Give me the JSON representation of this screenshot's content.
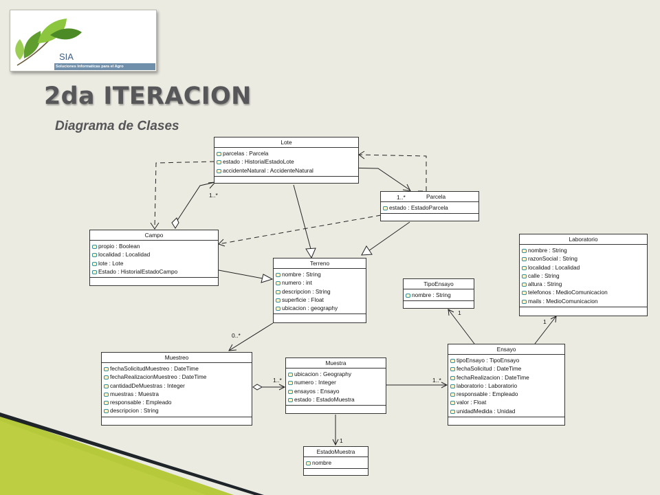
{
  "logo": {
    "name": "SIA",
    "tagline": "Soluciones Informaticas para el Agro"
  },
  "slide": {
    "title": "2da ITERACION",
    "subtitle": "Diagrama de Clases"
  },
  "colors": {
    "background": "#ecebe2",
    "title": "#57575a",
    "corner_dark": "#1e2428",
    "corner_green": "#b6c93a",
    "attribute_icon": "#2f8f9d"
  },
  "classes": {
    "lote": {
      "name": "Lote",
      "attributes": [
        "parcelas : Parcela",
        "estado : HistorialEstadoLote",
        "accidenteNatural : AccidenteNatural"
      ]
    },
    "parcela": {
      "name": "Parcela",
      "attributes": [
        "estado : EstadoParcela"
      ]
    },
    "campo": {
      "name": "Campo",
      "attributes": [
        "propio : Boolean",
        "localidad : Localidad",
        "lote : Lote",
        "Estado : HistorialEstadoCampo"
      ]
    },
    "terreno": {
      "name": "Terreno",
      "attributes": [
        "nombre : String",
        "numero : int",
        "descripcion : String",
        "superficie : Float",
        "ubicacion : geography"
      ]
    },
    "laboratorio": {
      "name": "Laboratorio",
      "attributes": [
        "nombre : String",
        "razonSocial : String",
        "localidad : Localidad",
        "calle : String",
        "altura : String",
        "telefonos : MedioComunicacion",
        "mails : MedioComunicacion"
      ]
    },
    "tipoensayo": {
      "name": "TipoEnsayo",
      "attributes": [
        "nombre : String"
      ]
    },
    "muestreo": {
      "name": "Muestreo",
      "attributes": [
        "fechaSolicitudMuestreo : DateTime",
        "fechaRealizacionMuestreo : DateTime",
        "cantidadDeMuestras : Integer",
        "muestras : Muestra",
        "responsable : Empleado",
        "descripcion : String"
      ]
    },
    "muestra": {
      "name": "Muestra",
      "attributes": [
        "ubicacion : Geography",
        "numero : Integer",
        "ensayos : Ensayo",
        "estado : EstadoMuestra"
      ]
    },
    "ensayo": {
      "name": "Ensayo",
      "attributes": [
        "tipoEnsayo : TipoEnsayo",
        "fechaSolicitud : DateTime",
        "fechaRealizacion : DateTime",
        "laboratorio : Laboratorio",
        "responsable : Empleado",
        "valor : Float",
        "unidadMedida : Unidad"
      ]
    },
    "estadomuestra": {
      "name": "EstadoMuestra",
      "attributes": [
        "nombre"
      ]
    }
  },
  "multiplicities": {
    "campo_lote": "1..*",
    "lote_parcela": "1..*",
    "terreno_muestreo": "0..*",
    "muestreo_muestra": "1..*",
    "muestra_ensayo": "1..*",
    "ensayo_tipoensayo": "1",
    "ensayo_laboratorio": "1",
    "muestra_estadomuestra": "1"
  }
}
